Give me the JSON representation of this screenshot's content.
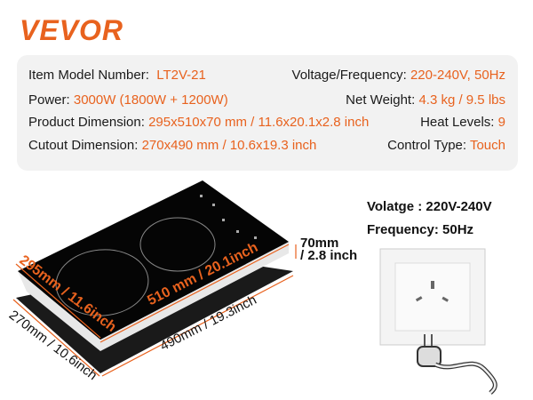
{
  "brand": "VEVOR",
  "specs": [
    {
      "label": "Item Model Number:",
      "value": "LT2V-21"
    },
    {
      "label": "Voltage/Frequency:",
      "value": "220-240V, 50Hz"
    },
    {
      "label": "Power:",
      "value": "3000W (1800W + 1200W)"
    },
    {
      "label": "Net Weight:",
      "value": "4.3 kg / 9.5 lbs"
    },
    {
      "label": "Product Dimension:",
      "value": "295x510x70 mm / 11.6x20.1x2.8 inch"
    },
    {
      "label": "Heat Levels:",
      "value": "9"
    },
    {
      "label": "Cutout Dimension:",
      "value": "270x490 mm / 10.6x19.3 inch"
    },
    {
      "label": "Control Type:",
      "value": "Touch"
    }
  ],
  "dimensions": {
    "length": "510 mm / 20.1inch",
    "width": "295mm / 11.6inch",
    "height_mm": "70mm",
    "height_in": "/ 2.8 inch",
    "cutout_length": "490mm / 19.3inch",
    "cutout_width": "270mm / 10.6inch"
  },
  "power_info": {
    "voltage": "Volatge :  220V-240V",
    "frequency": "Frequency: 50Hz"
  },
  "accent": "#e8621e"
}
